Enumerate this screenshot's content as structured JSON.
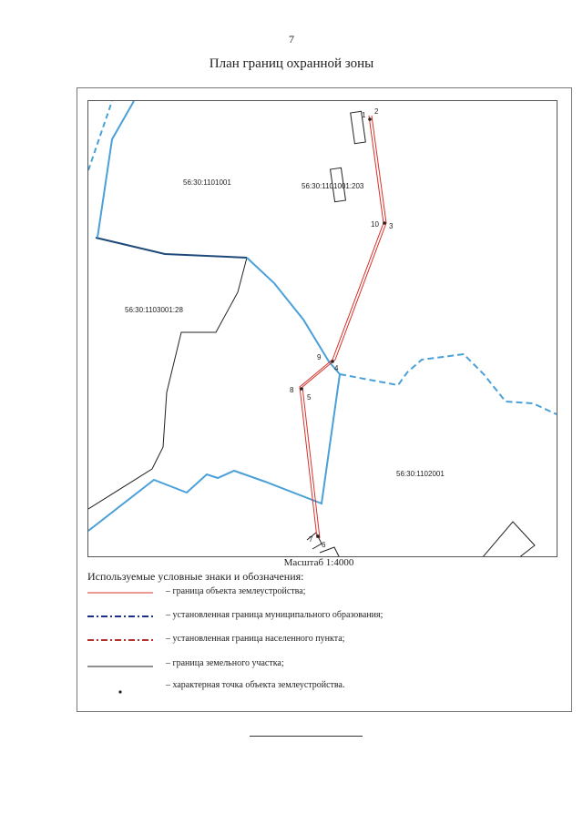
{
  "page_number": "7",
  "title": "План границ охранной зоны",
  "scale": "Масштаб 1:4000",
  "map": {
    "parcels": [
      {
        "id": "p1",
        "label": "56:30:1101001"
      },
      {
        "id": "p2",
        "label": "56:30:1101001:203"
      },
      {
        "id": "p3",
        "label": "56:30:1103001:28"
      },
      {
        "id": "p4",
        "label": "56:30:1102001"
      }
    ],
    "points": [
      {
        "id": "n1",
        "label": "1"
      },
      {
        "id": "n2",
        "label": "2"
      },
      {
        "id": "n3",
        "label": "3"
      },
      {
        "id": "n4",
        "label": "4"
      },
      {
        "id": "n5",
        "label": "5"
      },
      {
        "id": "n6",
        "label": "6"
      },
      {
        "id": "n7",
        "label": "7"
      },
      {
        "id": "n8",
        "label": "8"
      },
      {
        "id": "n9",
        "label": "9"
      },
      {
        "id": "n10",
        "label": "10"
      }
    ]
  },
  "legend": {
    "title": "Используемые условные знаки и обозначения:",
    "items": [
      {
        "label": "– граница объекта землеустройства;",
        "color": "#d9312b",
        "style": "solid"
      },
      {
        "label": "– установленная граница муниципального образования;",
        "color": "#1b2f8a",
        "style": "dash-dot"
      },
      {
        "label": "– установленная граница населенного пункта;",
        "color": "#b5302a",
        "style": "dash-dot"
      },
      {
        "label": "– граница земельного участка;",
        "color": "#222222",
        "style": "solid"
      },
      {
        "label": "– характерная точка объекта землеустройства.",
        "color": "#222222",
        "style": "point"
      }
    ]
  },
  "colors": {
    "object_boundary": "#d9312b",
    "settlement_boundary": "#4aa0d8",
    "parcel_boundary": "#222222"
  }
}
